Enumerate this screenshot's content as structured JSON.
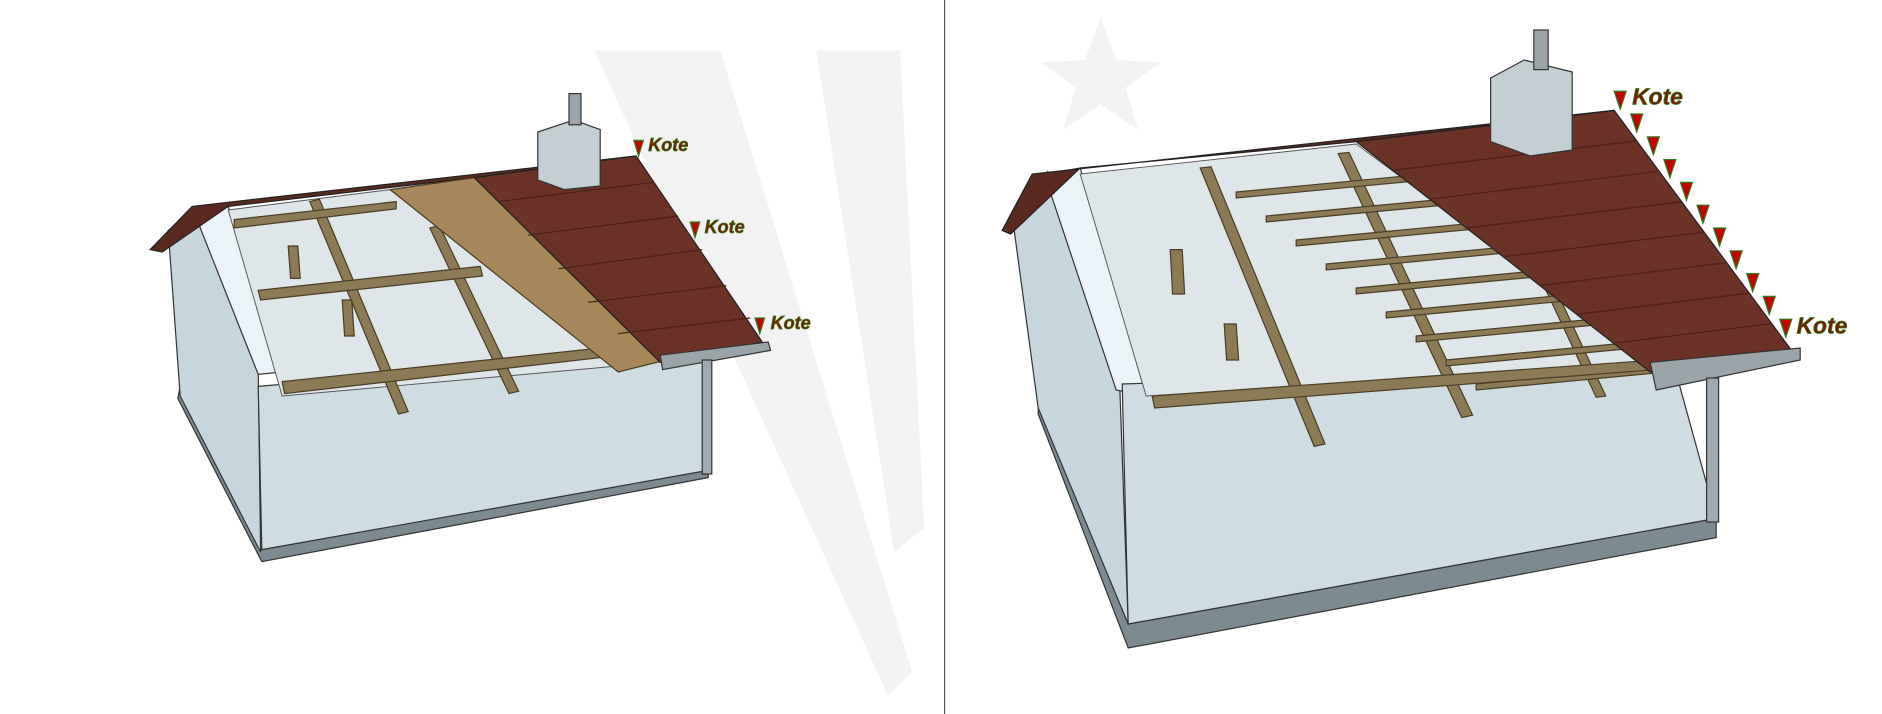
{
  "panels": [
    {
      "name": "left",
      "description_state": "partially-covered-roof",
      "markers": [
        {
          "label": "Kote"
        },
        {
          "label": "Kote"
        },
        {
          "label": "Kote"
        }
      ]
    },
    {
      "name": "right",
      "description_state": "tiled-roof-with-battens",
      "markers": [
        {
          "label": "Kote"
        },
        {
          "label": "Kote"
        }
      ],
      "intermediate_marker_count": 9
    }
  ],
  "colors": {
    "wall": "#cfdde3",
    "wall_shadow": "#a9bcc4",
    "tiles": "#6b3326",
    "wood": "#8c7a55",
    "plywood": "#a8875a",
    "marker_fill": "#c40000",
    "marker_outline": "#2f7d1a",
    "label": "#7a1a00",
    "divider": "#555555",
    "watermark": "#f1f1f1"
  }
}
